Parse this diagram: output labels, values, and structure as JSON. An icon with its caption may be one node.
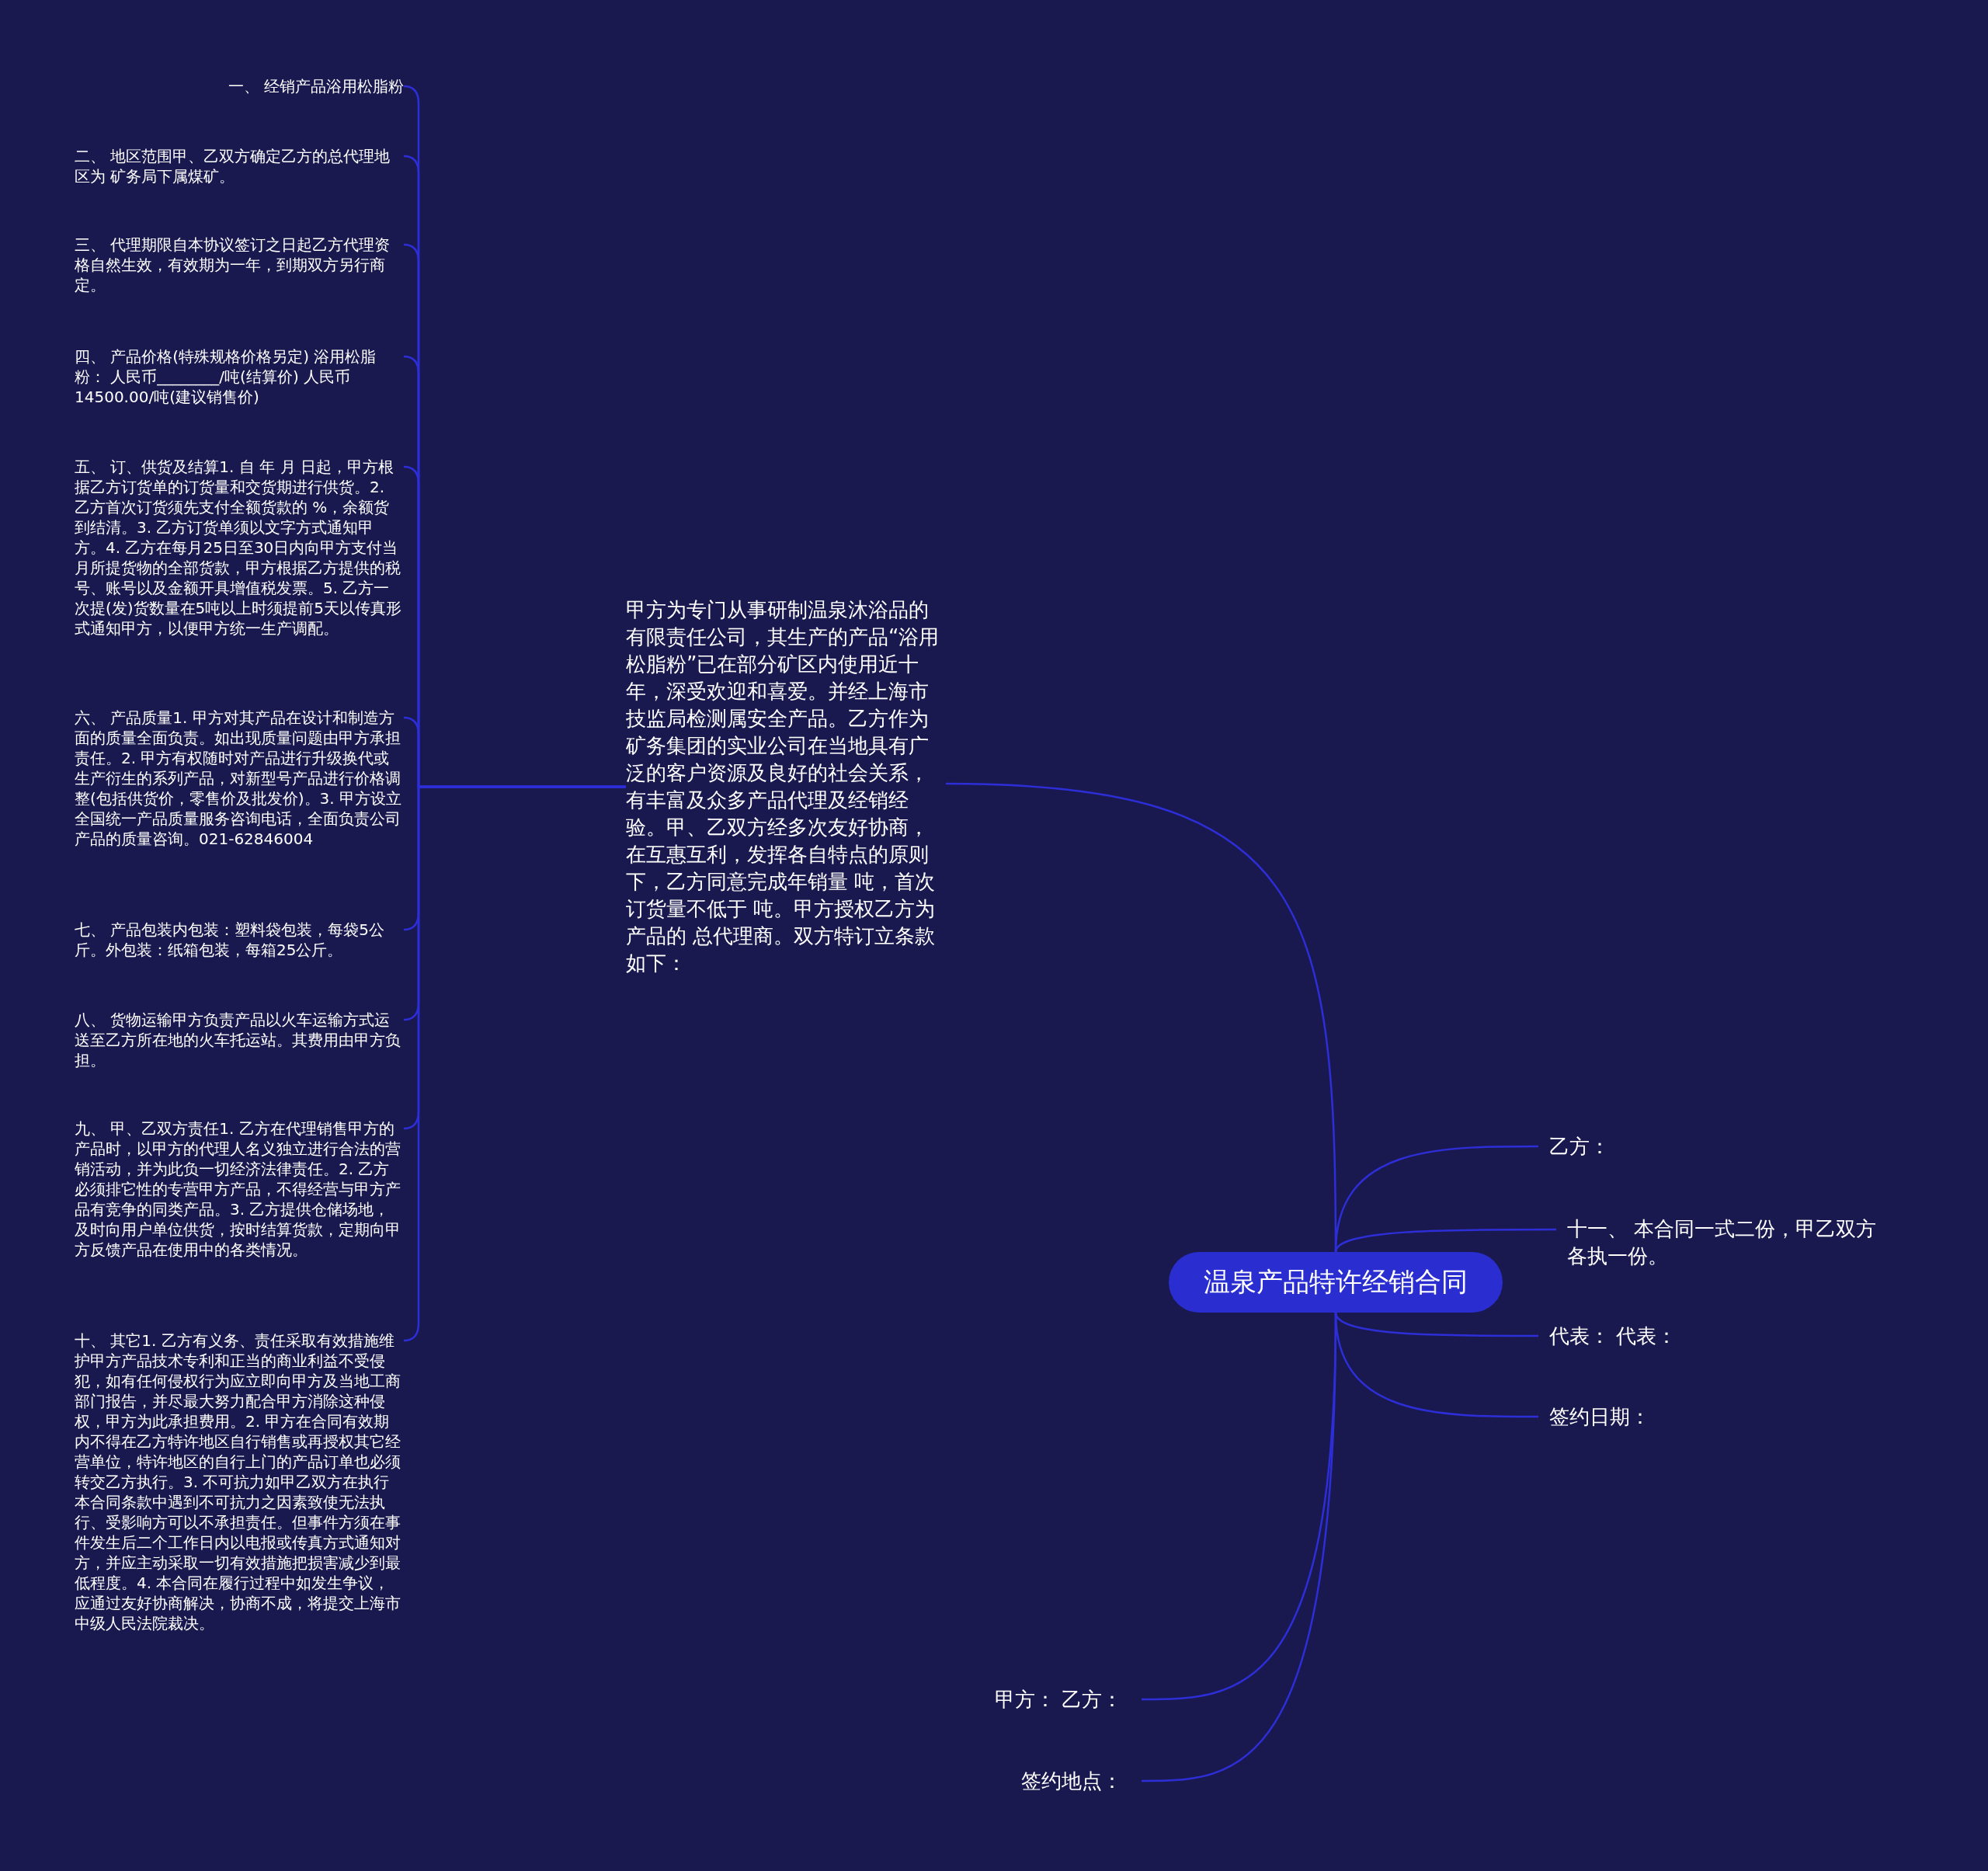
{
  "diagram": {
    "nodes": [
      {
        "text": [
          "温泉产品特许经销合同"
        ]
      },
      {
        "text": [
          "甲方为专门从事研制温泉沐浴品的有限责任公司，其生产的产品“浴用松脂粉”已在部分矿区内使用近十年，深受欢迎和喜爱。并经上海市技监局检测属安全产品。乙方作为矿务集团的实业公司在当地具有广泛的客户资源及良好的社会关系，有丰富及众多产品代理及经销经验。甲、乙双方经多次友好协商，在互惠互利，发挥各自特点的原则下，乙方同意完成年销量 吨，首次订货量不低于 吨。甲方授权乙方为产品的 总代理商。双方特订立条款如下："
        ]
      },
      {
        "text": [
          "一、 经销产品浴用松脂粉"
        ]
      },
      {
        "text": [
          "二、 地区范围甲、乙双方确定乙方的总代理地区为 矿务局下属煤矿。"
        ]
      },
      {
        "text": [
          "三、 代理期限自本协议签订之日起乙方代理资格自然生效，有效期为一年，到期双方另行商定。"
        ]
      },
      {
        "text": [
          "四、 产品价格(特殊规格价格另定) 浴用松脂粉： 人民币________/吨(结算价) 人民币14500.00/吨(建议销售价)"
        ]
      },
      {
        "text": [
          "五、 订、供货及结算1. 自 年 月 日起，甲方根据乙方订货单的订货量和交货期进行供货。2. 乙方首次订货须先支付全额货款的 %，余额货到结清。3. 乙方订货单须以文字方式通知甲方。4. 乙方在每月25日至30日内向甲方支付当月所提货物的全部货款，甲方根据乙方提供的税号、账号以及金额开具增值税发票。5. 乙方一次提(发)货数量在5吨以上时须提前5天以传真形式通知甲方，以便甲方统一生产调配。"
        ]
      },
      {
        "text": [
          "六、 产品质量1. 甲方对其产品在设计和制造方面的质量全面负责。如出现质量问题由甲方承担责任。2. 甲方有权随时对产品进行升级换代或生产衍生的系列产品，对新型号产品进行价格调整(包括供货价，零售价及批发价)。3. 甲方设立全国统一产品质量服务咨询电话，全面负责公司产品的质量咨询。021-62846004"
        ]
      },
      {
        "text": [
          "七、 产品包装内包装：塑料袋包装，每袋5公斤。外包装：纸箱包装，每箱25公斤。"
        ]
      },
      {
        "text": [
          "八、 货物运输甲方负责产品以火车运输方式运送至乙方所在地的火车托运站。其费用由甲方负担。"
        ]
      },
      {
        "text": [
          "九、 甲、乙双方责任1. 乙方在代理销售甲方的产品时，以甲方的代理人名义独立进行合法的营销活动，并为此负一切经济法律责任。2. 乙方必须排它性的专营甲方产品，不得经营与甲方产品有竞争的同类产品。3. 乙方提供仓储场地，及时向用户单位供货，按时结算货款，定期向甲方反馈产品在使用中的各类情况。"
        ]
      },
      {
        "text": [
          "十、 其它1. 乙方有义务、责任采取有效措施维护甲方产品技术专利和正当的商业利益不受侵犯，如有任何侵权行为应立即向甲方及当地工商部门报告，并尽最大努力配合甲方消除这种侵权，甲方为此承担费用。2. 甲方在合同有效期内不得在乙方特许地区自行销售或再授权其它经营单位，特许地区的自行上门的产品订单也必须转交乙方执行。3. 不可抗力如甲乙双方在执行本合同条款中遇到不可抗力之因素致使无法执行、受影响方可以不承担责任。但事件方须在事件发生后二个工作日内以电报或传真方式通知对方，并应主动采取一切有效措施把损害减少到最低程度。4. 本合同在履行过程中如发生争议，应通过友好协商解决，协商不成，将提交上海市中级人民法院裁决。"
        ]
      },
      {
        "text": [
          "乙方："
        ]
      },
      {
        "text": [
          "十一、 本合同一式二份，甲乙双方各执一份。"
        ]
      },
      {
        "text": [
          "代表： 代表："
        ]
      },
      {
        "text": [
          "签约日期："
        ]
      },
      {
        "text": [
          "甲方： 乙方："
        ]
      },
      {
        "text": [
          "签约地点："
        ]
      }
    ],
    "edges": [
      {
        "from": 0,
        "to": 1,
        "arrow": "none"
      },
      {
        "from": 1,
        "to": 2,
        "arrow": "none"
      },
      {
        "from": 1,
        "to": 3,
        "arrow": "none"
      },
      {
        "from": 1,
        "to": 4,
        "arrow": "none"
      },
      {
        "from": 1,
        "to": 5,
        "arrow": "none"
      },
      {
        "from": 1,
        "to": 6,
        "arrow": "none"
      },
      {
        "from": 1,
        "to": 7,
        "arrow": "none"
      },
      {
        "from": 1,
        "to": 8,
        "arrow": "none"
      },
      {
        "from": 1,
        "to": 9,
        "arrow": "none"
      },
      {
        "from": 1,
        "to": 10,
        "arrow": "none"
      },
      {
        "from": 1,
        "to": 11,
        "arrow": "none"
      },
      {
        "from": 0,
        "to": 12,
        "arrow": "none"
      },
      {
        "from": 0,
        "to": 13,
        "arrow": "none"
      },
      {
        "from": 0,
        "to": 14,
        "arrow": "none"
      },
      {
        "from": 0,
        "to": 15,
        "arrow": "none"
      },
      {
        "from": 0,
        "to": 16,
        "arrow": "none"
      },
      {
        "from": 0,
        "to": 17,
        "arrow": "none"
      }
    ]
  }
}
